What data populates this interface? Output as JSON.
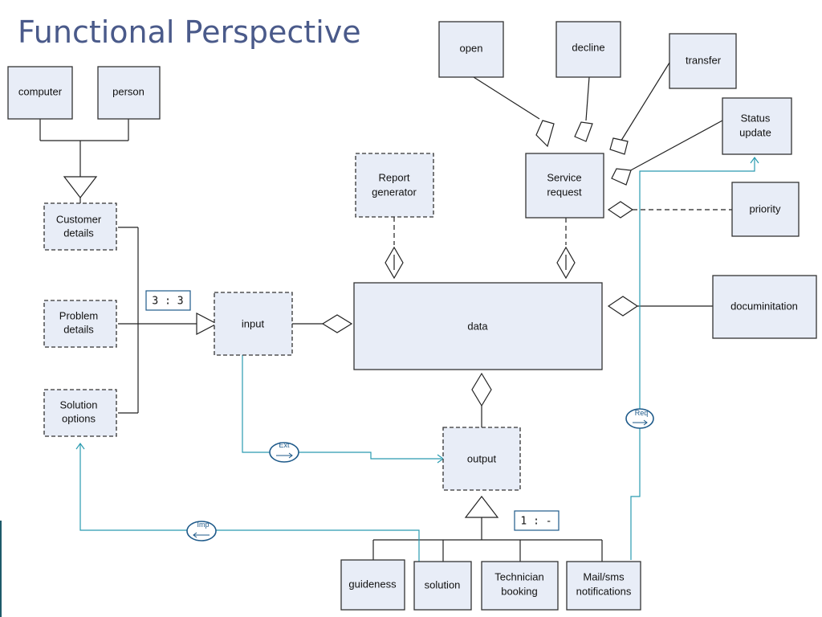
{
  "title": "Functional Perspective",
  "nodes": {
    "computer": "computer",
    "person": "person",
    "customer_details": [
      "Customer",
      "details"
    ],
    "problem_details": [
      "Problem",
      "details"
    ],
    "solution_options": [
      "Solution",
      "options"
    ],
    "input": "input",
    "report_generator": [
      "Report",
      "generator"
    ],
    "service_request": [
      "Service",
      "request"
    ],
    "open": "open",
    "decline": "decline",
    "transfer": "transfer",
    "status_update": [
      "Status",
      "update"
    ],
    "priority": "priority",
    "data": "data",
    "documentation": "documinitation",
    "output": "output",
    "guideness": "guideness",
    "solution": "solution",
    "technician_booking": [
      "Technician",
      "booking"
    ],
    "mail_sms_notifications": [
      "Mail/sms",
      "notifications"
    ]
  },
  "badges": {
    "input_ratio": "3 : 3",
    "output_ratio": "1 : -"
  },
  "connectors": {
    "ext": "Ext",
    "imp": "Imp",
    "req": "Req"
  }
}
